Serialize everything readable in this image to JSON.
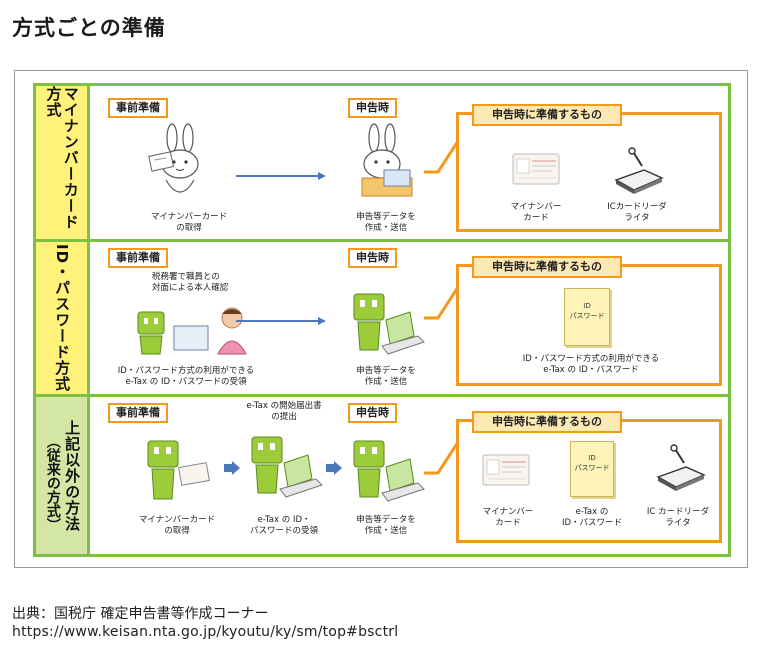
{
  "title": "方式ごとの準備",
  "labels": {
    "advance_prep": "事前準備",
    "at_filing": "申告時",
    "at_filing_box": "申告時に準備するもの"
  },
  "rows": [
    {
      "side_label": "マイナンバーカード方式",
      "steps": {
        "prep_caption": [
          "マイナンバーカード",
          "の取得"
        ],
        "filing_caption": [
          "申告等データを",
          "作成・送信"
        ]
      },
      "items": [
        {
          "caption": [
            "マイナンバー",
            "カード"
          ],
          "icon": "my-number-card-icon"
        },
        {
          "caption": [
            "ICカードリーダ",
            "ライタ"
          ],
          "icon": "card-reader-icon"
        }
      ]
    },
    {
      "side_label": "ID・パスワード方式",
      "steps": {
        "prep_note": [
          "税務署で職員との",
          "対面による本人確認"
        ],
        "prep_caption": [
          "ID・パスワード方式の利用ができる",
          "e-Tax の ID・パスワードの受領"
        ],
        "filing_caption": [
          "申告等データを",
          "作成・送信"
        ]
      },
      "items": [
        {
          "caption": [
            "ID・パスワード方式の利用ができる",
            "e-Tax の ID・パスワード"
          ],
          "doc_text": [
            "ID",
            "パスワード"
          ],
          "icon": "id-password-document-icon"
        }
      ]
    },
    {
      "side_label": "上記以外の方法",
      "side_sub": "（従来の方式）",
      "steps": {
        "prep_caption": [
          "マイナンバーカード",
          "の取得"
        ],
        "mid_note": [
          "e-Tax の開始届出書",
          "の提出"
        ],
        "mid_caption": [
          "e-Tax の ID・",
          "パスワードの受領"
        ],
        "filing_caption": [
          "申告等データを",
          "作成・送信"
        ]
      },
      "items": [
        {
          "caption": [
            "マイナンバー",
            "カード"
          ],
          "icon": "my-number-card-icon"
        },
        {
          "caption": [
            "e-Tax の",
            "ID・パスワード"
          ],
          "doc_text": [
            "ID",
            "パスワード"
          ],
          "icon": "id-password-document-icon"
        },
        {
          "caption": [
            "IC カードリーダ",
            "ライタ"
          ],
          "icon": "card-reader-icon"
        }
      ]
    }
  ],
  "source": {
    "label": "出典：国税庁 確定申告書等作成コーナー",
    "url": "https://www.keisan.nta.go.jp/kyoutu/ky/sm/top#bsctrl"
  },
  "colors": {
    "green_border": "#7cc142",
    "orange": "#f39a1e",
    "side_yellow": "#fff27a",
    "side_green": "#d4e6a3",
    "arrow_blue": "#4a78b8"
  }
}
